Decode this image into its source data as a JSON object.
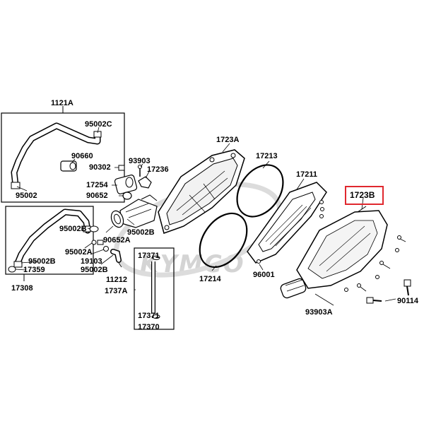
{
  "diagram": {
    "brand_watermark": "KYMCO",
    "highlight_color": "#e0282e",
    "line_color": "#000000",
    "part_fill": "#ffffff",
    "groups": {
      "breather_tube_group": "1121A",
      "drain_tube_group": "17308",
      "rod_group": "1737A"
    },
    "parts": {
      "p1121A": "1121A",
      "p95002C": "95002C",
      "p90660": "90660",
      "p95002_top": "95002",
      "p90302": "90302",
      "p93903": "93903",
      "p17236": "17236",
      "p17254": "17254",
      "p90652": "90652",
      "p95002B_upper": "95002B",
      "p95002A": "95002A",
      "p19103": "19103",
      "p95002B_mid": "95002B",
      "p95002B_left": "95002B",
      "p17359": "17359",
      "p17308": "17308",
      "p90652A": "90652A",
      "p95002B_right": "95002B",
      "p11212": "11212",
      "p17371_top": "17371",
      "p1737A": "1737A",
      "p17371_bottom": "17371",
      "p17370": "17370",
      "p1723A": "1723A",
      "p17213": "17213",
      "p17211": "17211",
      "p1723B": "1723B",
      "p17214": "17214",
      "p96001": "96001",
      "p93903A": "93903A",
      "p90114": "90114"
    }
  }
}
